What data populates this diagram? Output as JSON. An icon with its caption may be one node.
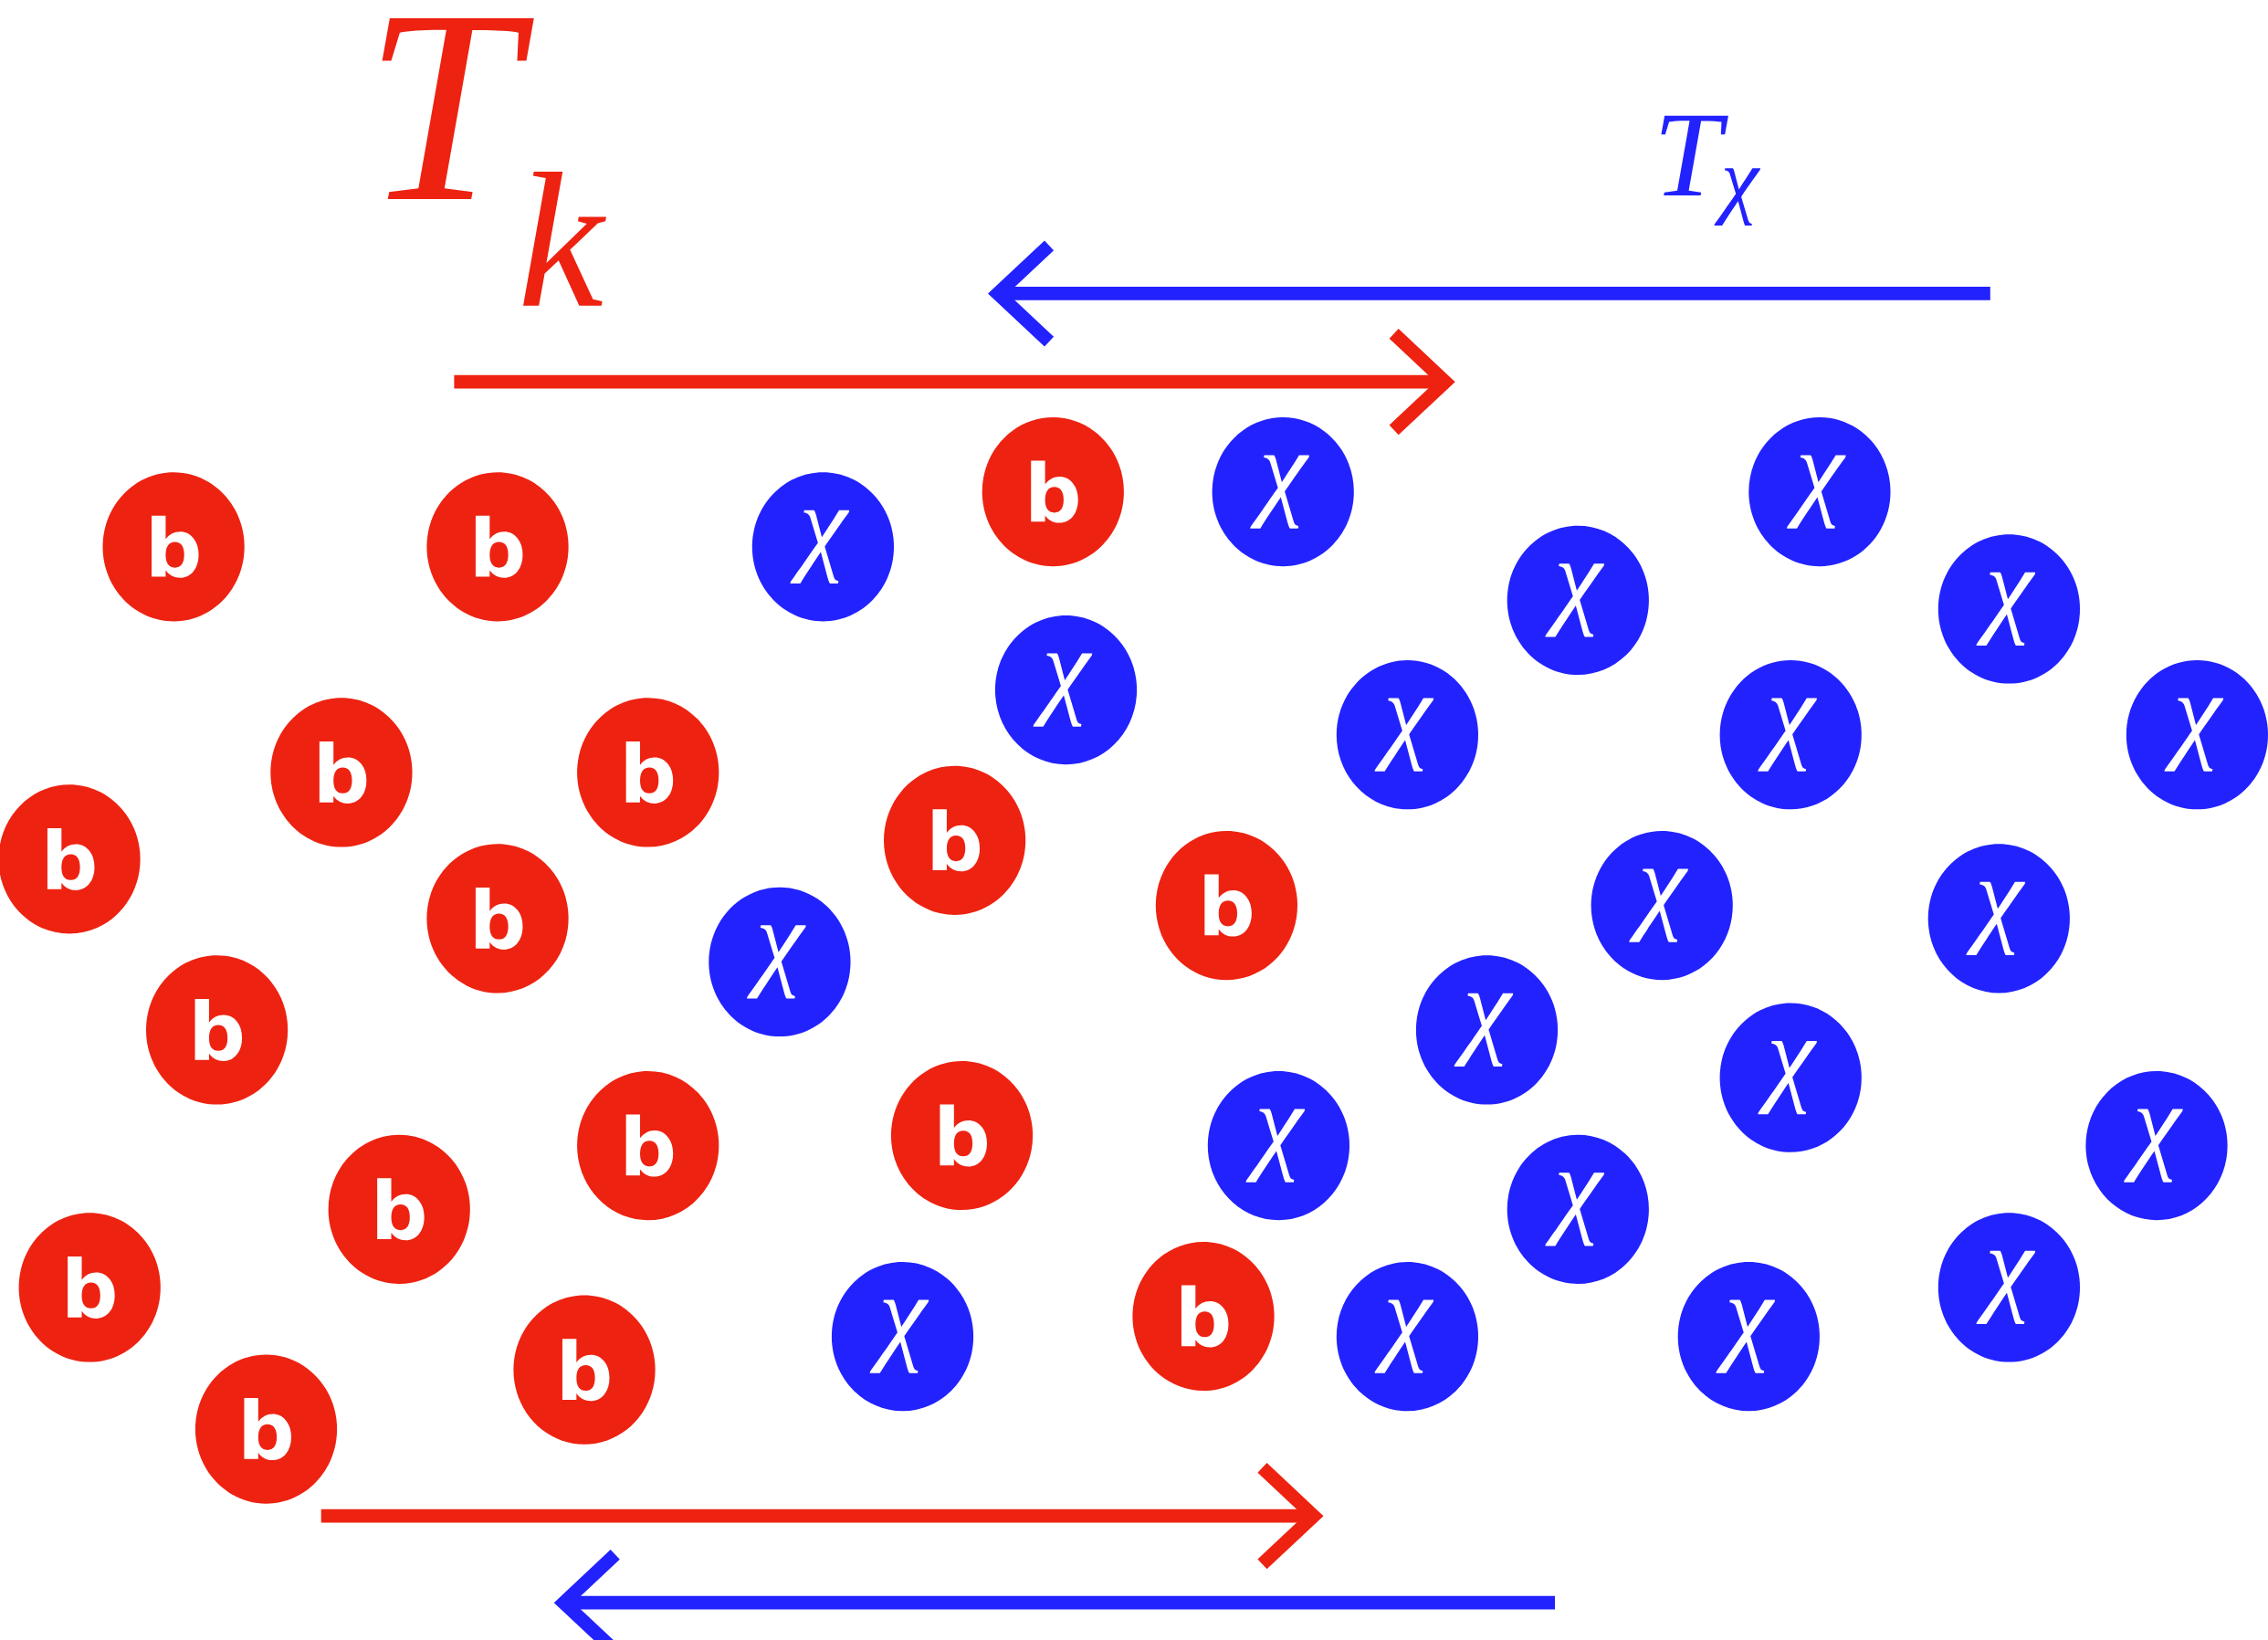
{
  "diagram": {
    "nodes": [
      {
        "text": [
          "b"
        ]
      },
      {
        "text": [
          "χ"
        ]
      },
      {
        "text": [
          "χ"
        ]
      },
      {
        "text": [
          "b"
        ]
      },
      {
        "text": [
          "b"
        ]
      },
      {
        "text": [
          "χ"
        ]
      },
      {
        "text": [
          "χ"
        ]
      },
      {
        "text": [
          "χ"
        ]
      },
      {
        "text": [
          "χ"
        ]
      },
      {
        "text": [
          "χ"
        ]
      },
      {
        "text": [
          "χ"
        ]
      },
      {
        "text": [
          "χ"
        ]
      },
      {
        "text": [
          "b"
        ]
      },
      {
        "text": [
          "b"
        ]
      },
      {
        "text": [
          "b"
        ]
      },
      {
        "text": [
          "b"
        ]
      },
      {
        "text": [
          "b"
        ]
      },
      {
        "text": [
          "χ"
        ]
      },
      {
        "text": [
          "b"
        ]
      },
      {
        "text": [
          "χ"
        ]
      },
      {
        "text": [
          "χ"
        ]
      },
      {
        "text": [
          "b"
        ]
      },
      {
        "text": [
          "χ"
        ]
      },
      {
        "text": [
          "χ"
        ]
      },
      {
        "text": [
          "b"
        ]
      },
      {
        "text": [
          "b"
        ]
      },
      {
        "text": [
          "χ"
        ]
      },
      {
        "text": [
          "χ"
        ]
      },
      {
        "text": [
          "b"
        ]
      },
      {
        "text": [
          "χ"
        ]
      },
      {
        "text": [
          "b"
        ]
      },
      {
        "text": [
          "χ"
        ]
      },
      {
        "text": [
          "b"
        ]
      },
      {
        "text": [
          "χ"
        ]
      },
      {
        "text": [
          "χ"
        ]
      },
      {
        "text": [
          "χ"
        ]
      },
      {
        "text": [
          "b"
        ]
      },
      {
        "text": [
          "b"
        ]
      }
    ],
    "labels": [
      "T$_{k}$",
      "T$_{χ}$"
    ]
  }
}
